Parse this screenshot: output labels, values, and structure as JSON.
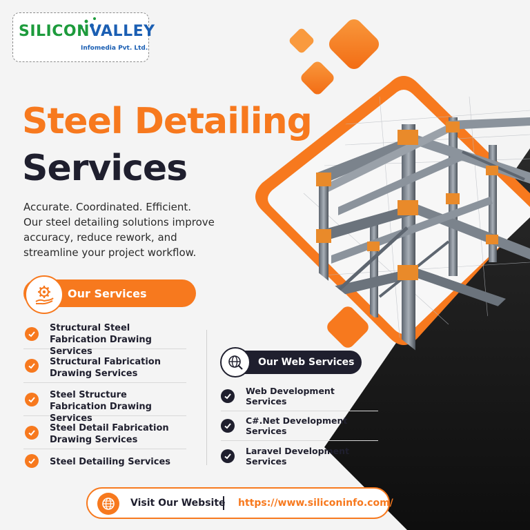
{
  "brand": {
    "logo_word_1": "SILICON",
    "logo_word_2": "VALLEY",
    "logo_sub": "Infomedia Pvt. Ltd.",
    "green": "#1d9b3c",
    "blue": "#1b5fb3"
  },
  "colors": {
    "accent": "#f7791e",
    "dark": "#1f1f2e",
    "background": "#f4f4f4"
  },
  "headline": {
    "line1": "Steel Detailing",
    "line2": "Services"
  },
  "description": {
    "line1": "Accurate. Coordinated. Efficient.",
    "line2": "Our steel detailing solutions improve accuracy, reduce rework, and streamline your project workflow."
  },
  "our_services": {
    "label": "Our Services",
    "icon": "gear-hand-icon",
    "items": [
      "Structural Steel Fabrication Drawing Services",
      "Structural Fabrication Drawing Services",
      "Steel Structure Fabrication Drawing Services",
      "Steel Detail Fabrication Drawing Services",
      "Steel Detailing Services"
    ]
  },
  "web_services": {
    "label": "Our Web Services",
    "icon": "globe-search-icon",
    "items": [
      "Web Development Services",
      "C#.Net Development Services",
      "Laravel Development Services"
    ]
  },
  "footer": {
    "label": "Visit Our Website",
    "url": "https://www.siliconinfo.com/",
    "icon": "globe-icon"
  },
  "hero_image": {
    "subject": "steel-frame-structure-icon"
  }
}
